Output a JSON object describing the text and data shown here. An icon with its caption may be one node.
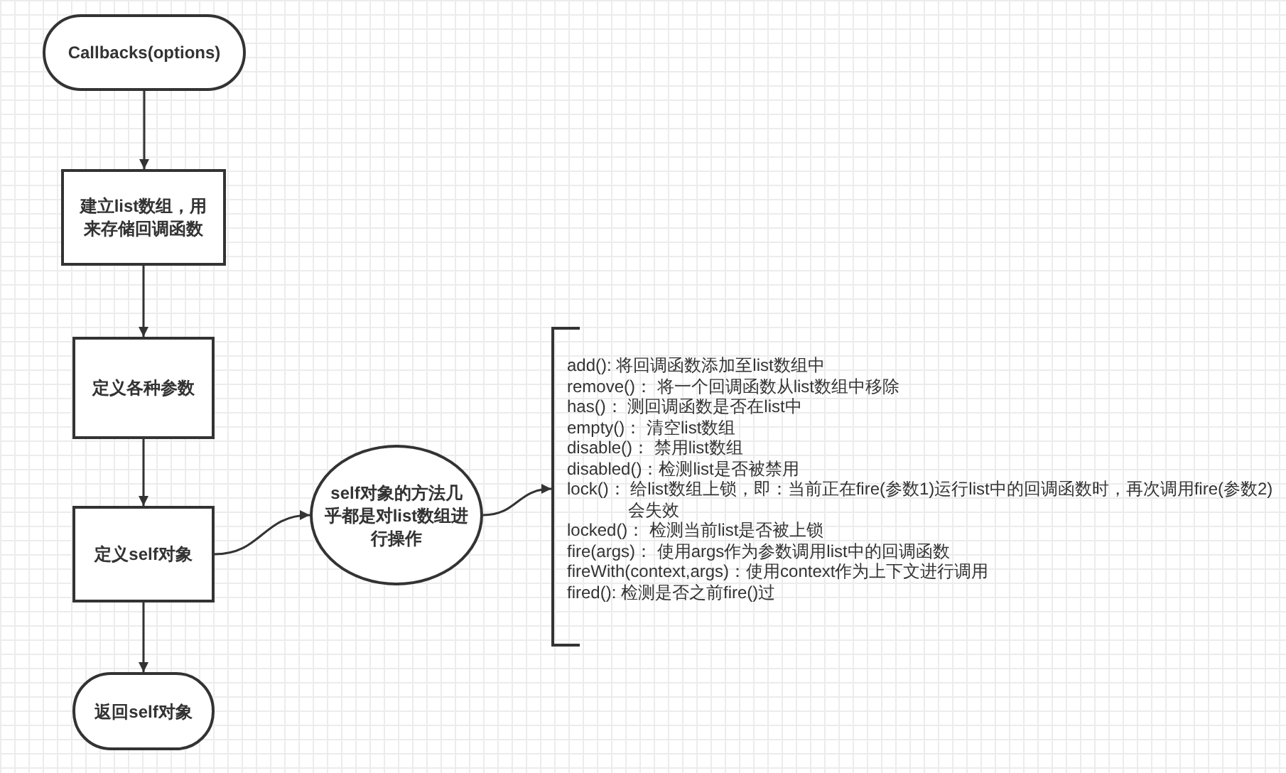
{
  "diagram": {
    "nodes": [
      {
        "text": [
          "Callbacks(options)"
        ]
      },
      {
        "text": [
          "建立list数组，用来存储回调函数"
        ]
      },
      {
        "text": [
          "定义各种参数"
        ]
      },
      {
        "text": [
          "定义self对象"
        ]
      },
      {
        "text": [
          "返回self对象"
        ]
      },
      {
        "text": [
          "self对象的方法几乎都是对list数组进行操作"
        ]
      },
      {
        "text": [
          "add(): 将回调函数添加至list数组中",
          "remove()： 将一个回调函数从list数组中移除",
          "has()： 测回调函数是否在list中",
          "empty()： 清空list数组",
          "disable()： 禁用list数组",
          "disabled()：检测list是否被禁用",
          "lock()： 给list数组上锁，即：当前正在fire(参数1)运行list中的回调函数时，再次调用fire(参数2)会失效",
          "locked()： 检测当前list是否被上锁",
          "fire(args)： 使用args作为参数调用list中的回调函数",
          "fireWith(context,args)：使用context作为上下文进行调用",
          "fired(): 检测是否之前fire()过"
        ]
      }
    ],
    "edges": [
      {
        "from": 0,
        "to": 1,
        "arrow": "to"
      },
      {
        "from": 1,
        "to": 2,
        "arrow": "to"
      },
      {
        "from": 2,
        "to": 3,
        "arrow": "to"
      },
      {
        "from": 3,
        "to": 4,
        "arrow": "to"
      },
      {
        "from": 3,
        "to": 5,
        "arrow": "to"
      },
      {
        "from": 5,
        "to": 6,
        "arrow": "to"
      }
    ]
  }
}
